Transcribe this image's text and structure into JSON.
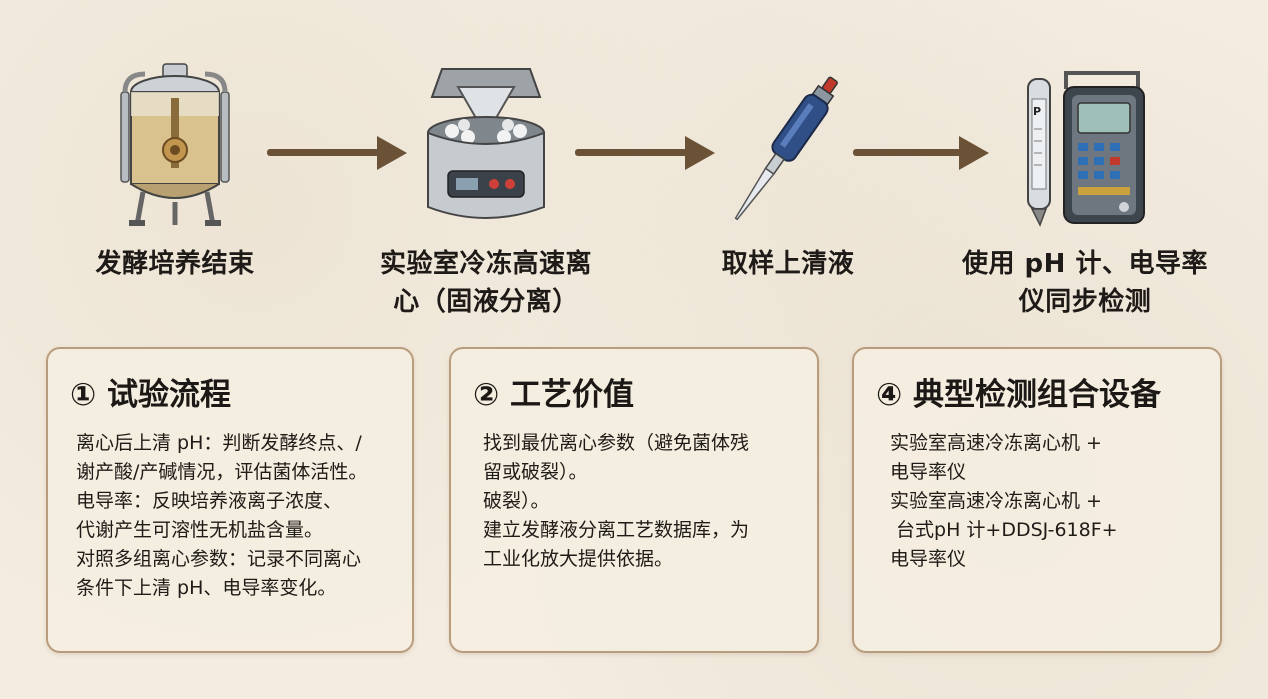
{
  "steps": [
    {
      "label_lines": [
        "发酵培养结束"
      ],
      "icon": "fermenter-icon"
    },
    {
      "label_lines": [
        "实验室冷冻高速离",
        "心（固液分离）"
      ],
      "icon": "centrifuge-icon"
    },
    {
      "label_lines": [
        "取样上清液"
      ],
      "icon": "pipette-icon"
    },
    {
      "label_lines": [
        "使用 pH 计、电导率",
        "仪同步检测"
      ],
      "icon": "ph-conductivity-meter-icon"
    }
  ],
  "cards": [
    {
      "title": "① 试验流程",
      "lines": [
        "离心后上清 pH：判断发酵终点、/",
        "谢产酸/产碱情况，评估菌体活性。",
        "电导率：反映培养液离子浓度、",
        "代谢产生可溶性无机盐含量。",
        "对照多组离心参数：记录不同离心",
        "条件下上清 pH、电导率变化。"
      ]
    },
    {
      "title": "② 工艺价值",
      "lines": [
        "找到最优离心参数（避免菌体残",
        "留或破裂）。",
        "破裂）。",
        "建立发酵液分离工艺数据库，为",
        "工业化放大提供依据。"
      ]
    },
    {
      "title": "④ 典型检测组合设备",
      "lines": [
        "实验室高速冷冻离心机 +",
        "电导率仪",
        "实验室高速冷冻离心机 +",
        " 台式pH 计+DDSJ-618F+",
        "电导率仪"
      ]
    }
  ],
  "colors": {
    "arrow": "#6b5236",
    "card_border": "#b89c7c",
    "background": "#f3ecdf"
  }
}
